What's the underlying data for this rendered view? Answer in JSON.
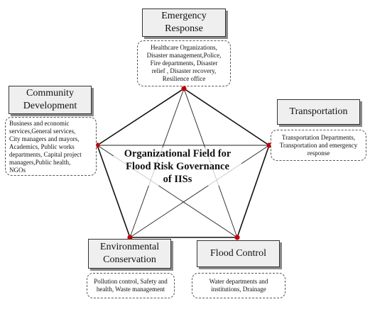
{
  "center_title": {
    "line1": "Organizational Field for",
    "line2": "Flood Risk Governance",
    "line3": "of IISs"
  },
  "nodes": {
    "emergency": {
      "title_line1": "Emergency",
      "title_line2": "Response",
      "desc_lines": [
        "Healthcare Organizations,",
        "Disaster management,Police,",
        "Fire departments, Disaster",
        "relief , Disaster recovery,",
        "Resilience office"
      ]
    },
    "transportation": {
      "title": "Transportation",
      "desc_lines": [
        "Transportation Departments,",
        "Transportation and emergency",
        "response"
      ]
    },
    "community": {
      "title_line1": "Community",
      "title_line2": "Development",
      "desc_lines": [
        "Business and economic",
        "services,General services,",
        "City managers and mayors,",
        "Academics, Public works",
        "departments, Capital project",
        "managers,Public health,",
        "NGOs"
      ]
    },
    "environmental": {
      "title_line1": "Environmental",
      "title_line2": "Conservation",
      "desc_lines": [
        "Pollution control, Safety and",
        "health, Waste management"
      ]
    },
    "flood": {
      "title": "Flood Control",
      "desc_lines": [
        "Water departments and",
        "institutions,  Drainage"
      ]
    }
  },
  "colors": {
    "node_dot": "#c40000",
    "title_box_fill": "#efefef",
    "title_box_shadow": "#8a8a8a",
    "lines": "#111111"
  }
}
